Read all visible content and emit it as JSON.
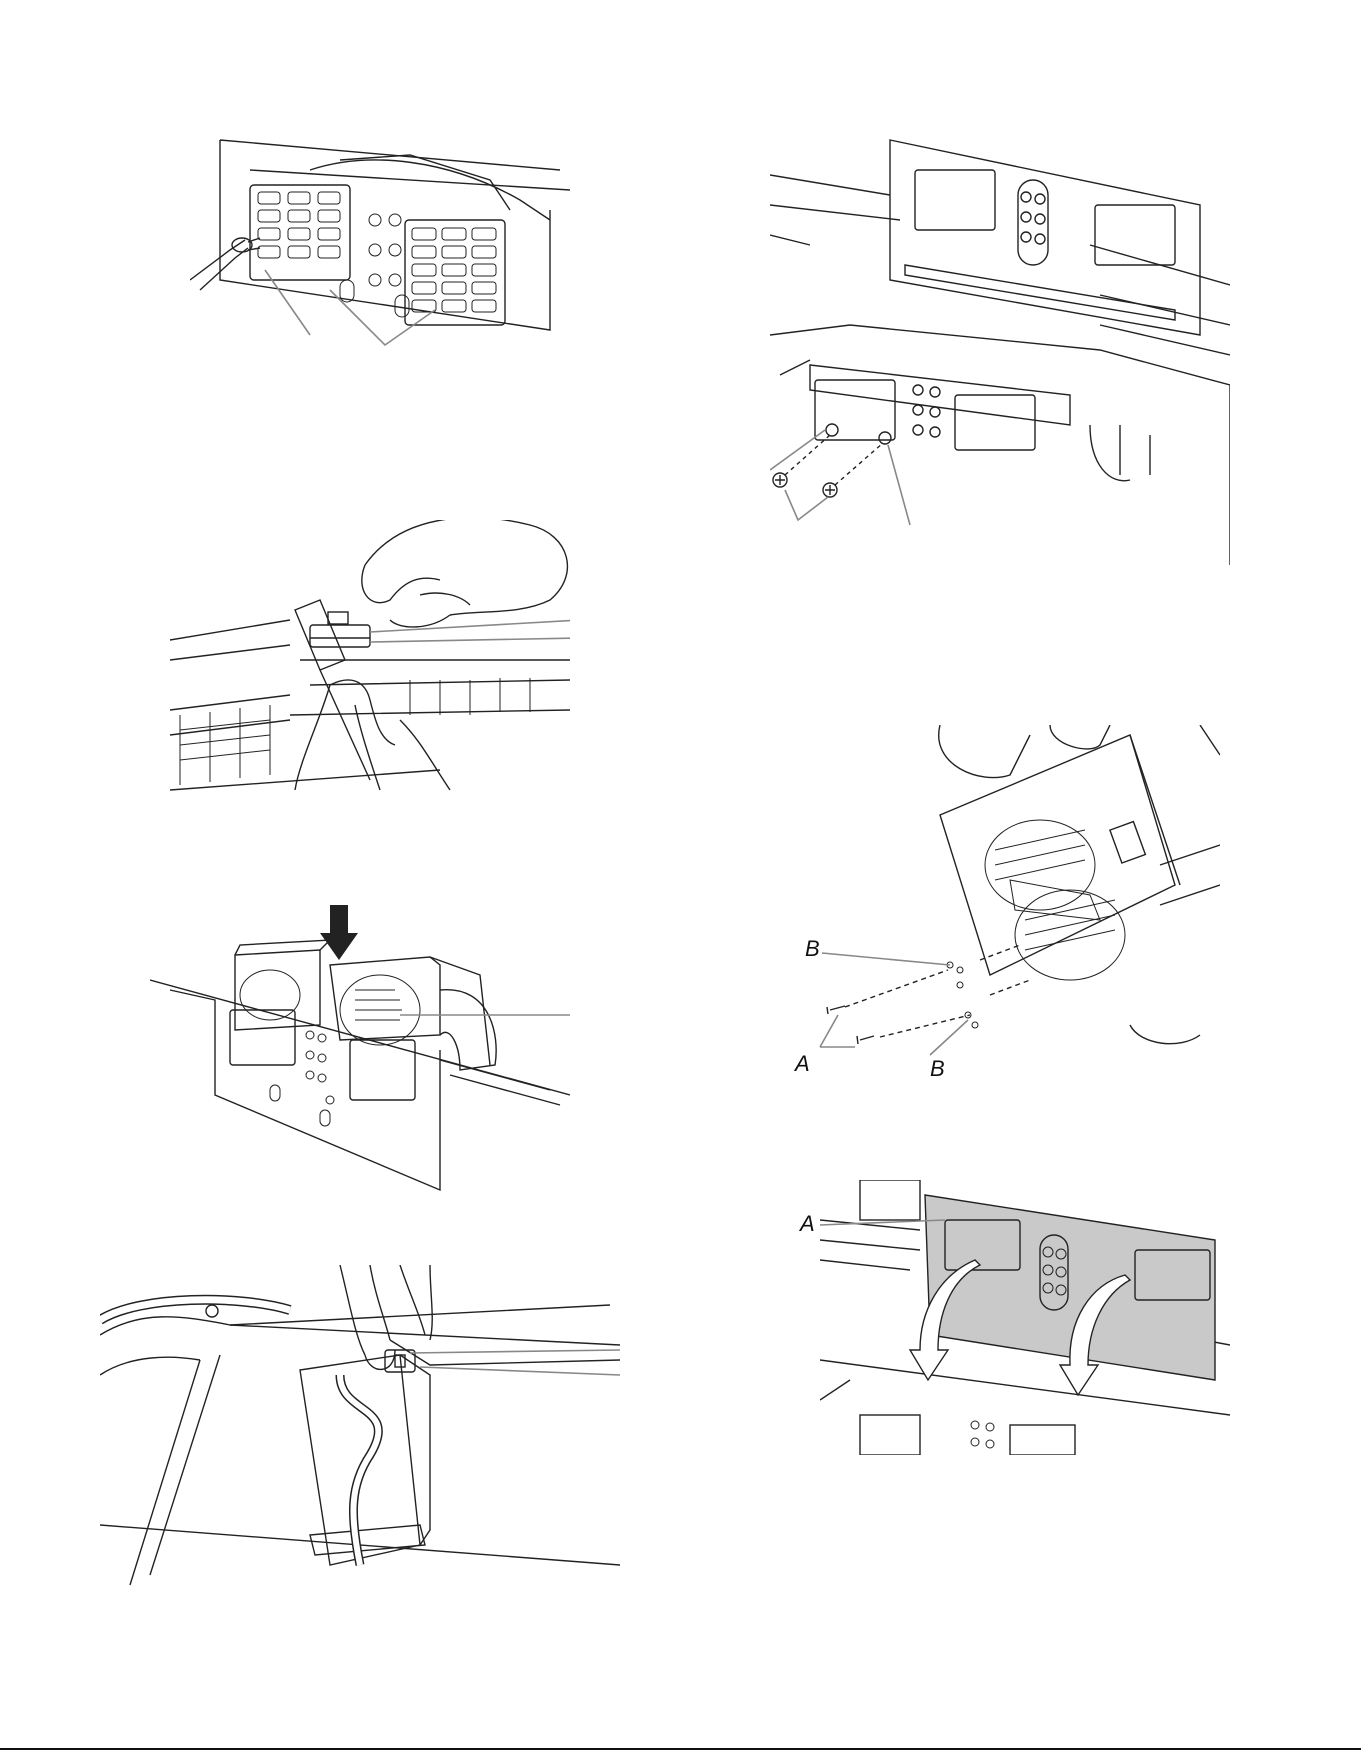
{
  "callouts": {
    "screws_b_top": "B",
    "screws_a": "A",
    "screws_b_bottom": "B",
    "panel_a": "A"
  },
  "colors": {
    "line": "#222222",
    "leader": "#888888",
    "panel_fill": "#c9c9c9"
  }
}
